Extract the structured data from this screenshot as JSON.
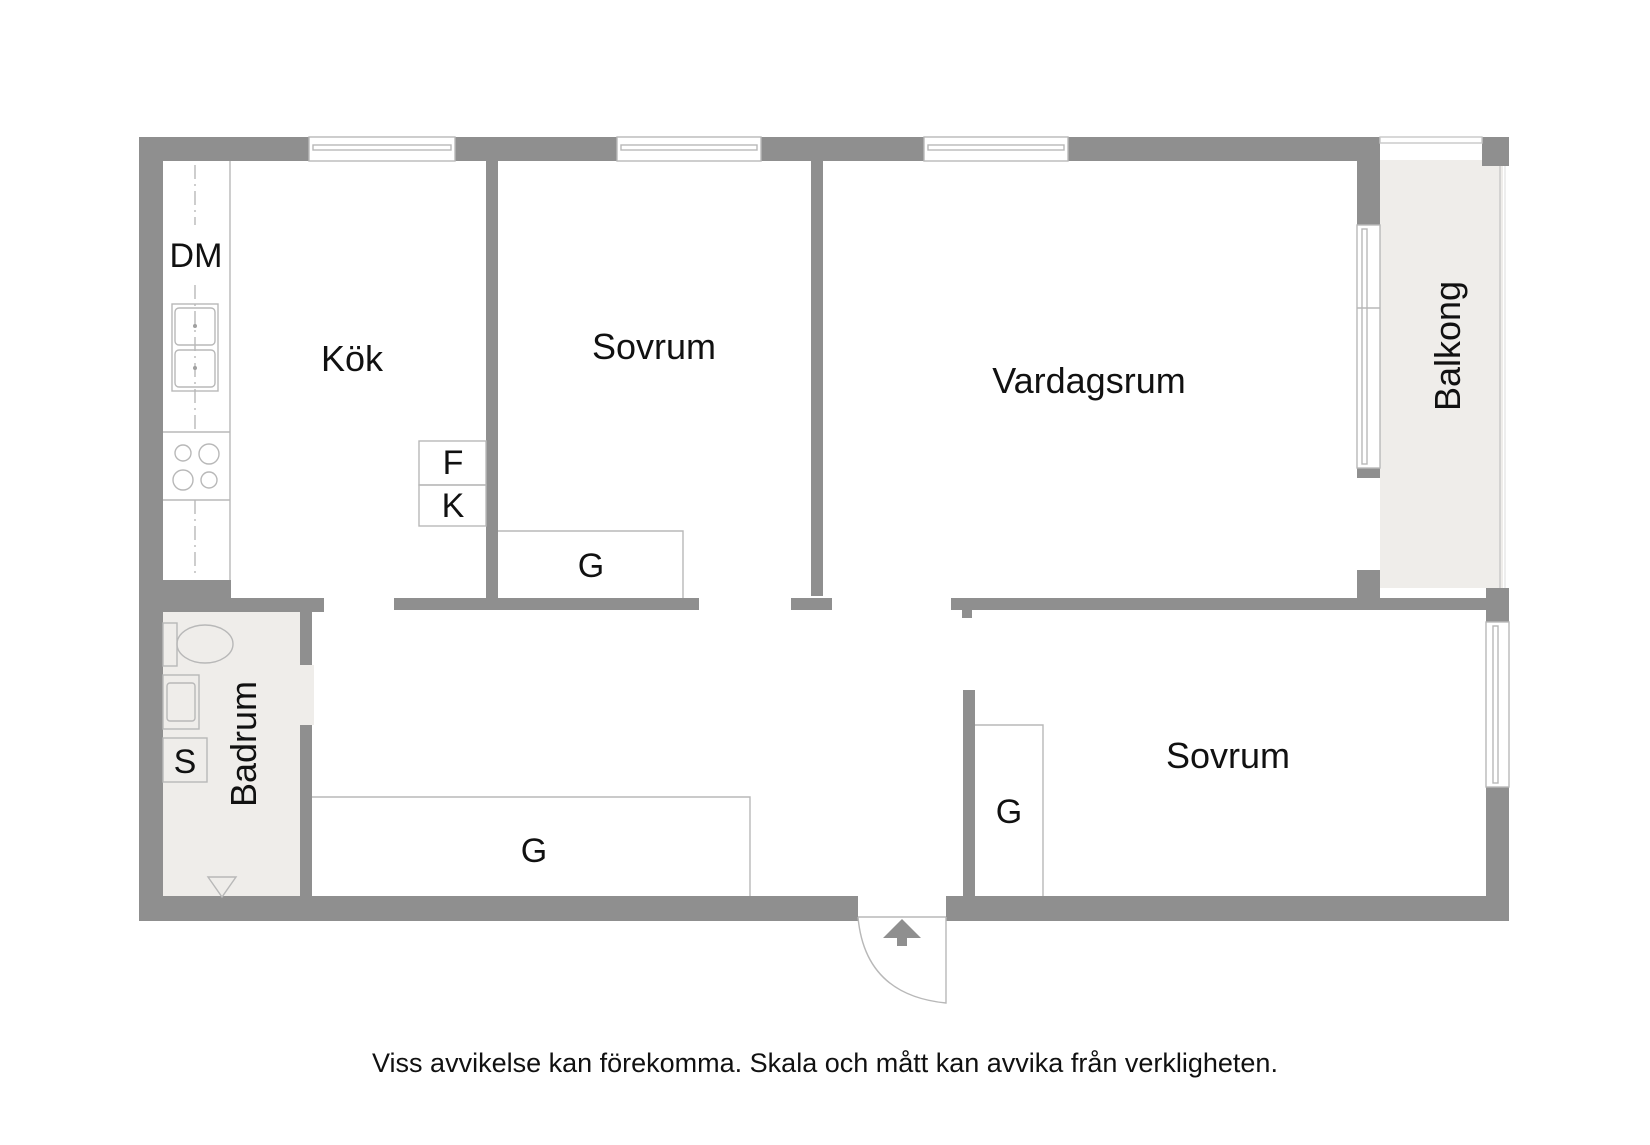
{
  "floor_plan": {
    "rooms": [
      {
        "id": "kok",
        "label": "Kök"
      },
      {
        "id": "sovrum_1",
        "label": "Sovrum"
      },
      {
        "id": "vardagsrum",
        "label": "Vardagsrum"
      },
      {
        "id": "balkong",
        "label": "Balkong"
      },
      {
        "id": "badrum",
        "label": "Badrum"
      },
      {
        "id": "sovrum_2",
        "label": "Sovrum"
      }
    ],
    "fixtures": {
      "dm": "DM",
      "f": "F",
      "k": "K",
      "s": "S",
      "g_sovrum_1": "G",
      "g_hall": "G",
      "g_sovrum_2": "G"
    },
    "icons": {
      "entrance": "entrance-arrow-icon",
      "floor_drain": "floor-drain-icon",
      "stove": "stove-icon",
      "sink": "sink-icon",
      "toilet": "toilet-icon",
      "washbasin": "washbasin-icon",
      "door_swing": "door-swing-icon"
    },
    "colors": {
      "wall": "#8f8f8f",
      "wet_area_floor": "#efedea",
      "background": "#ffffff"
    }
  },
  "footer": {
    "disclaimer": "Viss avvikelse kan förekomma. Skala och mått kan avvika från verkligheten."
  }
}
